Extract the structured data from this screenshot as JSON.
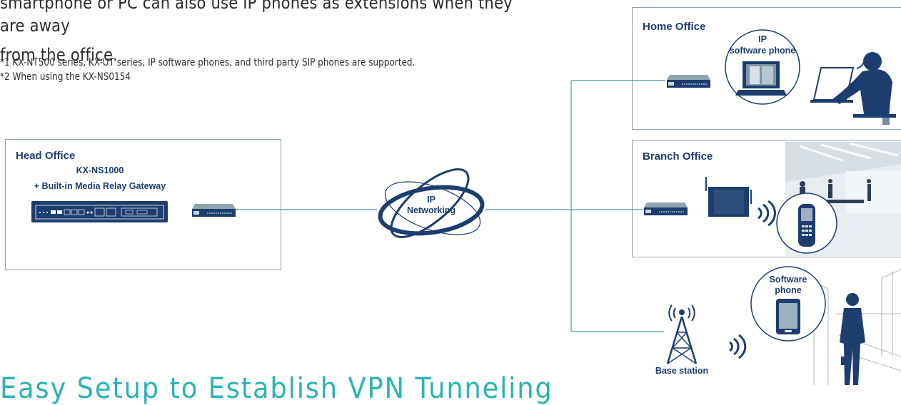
{
  "intro": {
    "line1": "smartphone or PC can also use IP phones as extensions when they are away",
    "line2": "from the office."
  },
  "footnotes": [
    "*1 KX-NT500 series, KX-UT series, IP software phones, and third party SIP phones are supported.",
    "*2 When using the KX-NS0154"
  ],
  "head_office": {
    "title": "Head Office",
    "model": "KX-NS1000",
    "feature": "+ Built-in Media Relay Gateway"
  },
  "network": {
    "line1": "IP",
    "line2": "Networking"
  },
  "home_office": {
    "title": "Home Office",
    "badge_line1": "IP",
    "badge_line2": "software phone"
  },
  "branch_office": {
    "title": "Branch Office"
  },
  "mobile": {
    "badge_line1": "Software",
    "badge_line2": "phone",
    "base_station": "Base station"
  },
  "bottom_heading": "Easy Setup to Establish VPN Tunneling",
  "colors": {
    "navy": "#1d3d6e",
    "teal_line": "#4a9ba3",
    "box_border": "#8ea6b1",
    "heading_teal": "#2bb3b1"
  },
  "icons": [
    "router-icon",
    "pbx-unit-icon",
    "ip-network-ring-icon",
    "laptop-icon",
    "office-worker-icon",
    "base-station-tower-icon",
    "wireless-signal-icon",
    "dect-phone-icon",
    "smartphone-icon",
    "office-photo",
    "businessman-silhouette"
  ]
}
